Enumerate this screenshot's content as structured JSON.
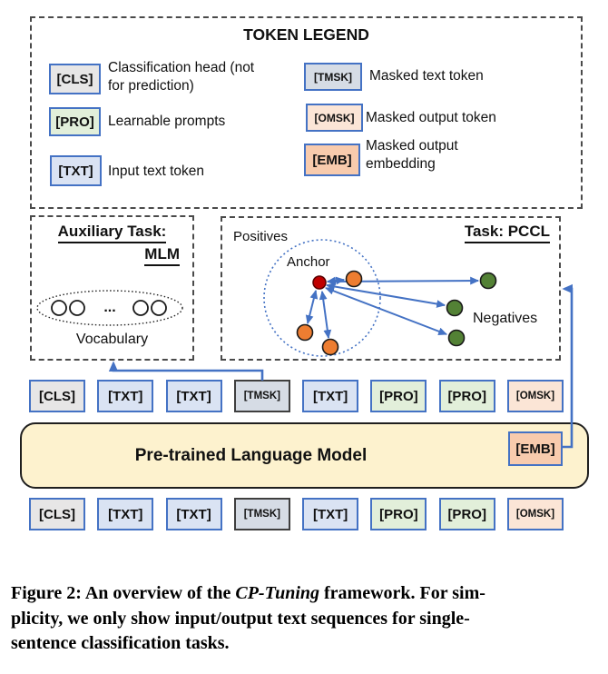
{
  "legend": {
    "title": "TOKEN LEGEND",
    "items": [
      {
        "token": "[CLS]",
        "desc": "Classification head (not for prediction)"
      },
      {
        "token": "[PRO]",
        "desc": "Learnable prompts"
      },
      {
        "token": "[TXT]",
        "desc": "Input text token"
      },
      {
        "token": "[TMSK]",
        "desc": "Masked text token"
      },
      {
        "token": "[OMSK]",
        "desc": "Masked output token"
      },
      {
        "token": "[EMB]",
        "desc": "Masked output embedding"
      }
    ]
  },
  "mlm": {
    "title_line1": "Auxiliary Task:",
    "title_line2": "MLM",
    "ellipsis": "...",
    "vocab_label": "Vocabulary"
  },
  "pccl": {
    "title": "Task: PCCL",
    "positives_label": "Positives",
    "anchor_label": "Anchor",
    "negatives_label": "Negatives"
  },
  "output_token_row": [
    "[CLS]",
    "[TXT]",
    "[TXT]",
    "[TMSK]",
    "[TXT]",
    "[PRO]",
    "[PRO]",
    "[OMSK]"
  ],
  "input_token_row": [
    "[CLS]",
    "[TXT]",
    "[TXT]",
    "[TMSK]",
    "[TXT]",
    "[PRO]",
    "[PRO]",
    "[OMSK]"
  ],
  "plm": {
    "label": "Pre-trained Language Model",
    "emb_token": "[EMB]"
  },
  "caption": {
    "line1_pre": "Figure 2: An overview of the ",
    "line1_italic": "CP-Tuning",
    "line1_post": " framework. For sim-",
    "line2": "plicity, we only show input/output text sequences for single-",
    "line3": "sentence classification tasks."
  },
  "colors": {
    "token_border_blue": "#4472C4",
    "tmsk_border_dark": "#3F3F3F",
    "cls_fill": "#E7E6E6",
    "txt_fill": "#DAE3F3",
    "pro_fill": "#E2EFDA",
    "tmsk_fill": "#D6DCE5",
    "omsk_fill": "#FBE5D6",
    "emb_fill": "#F8CBAD",
    "plm_fill": "#FDF2CE",
    "arrow_blue": "#4472C4",
    "anchor_red": "#C00000",
    "positive_orange": "#ED7D31",
    "negative_green": "#538135"
  }
}
